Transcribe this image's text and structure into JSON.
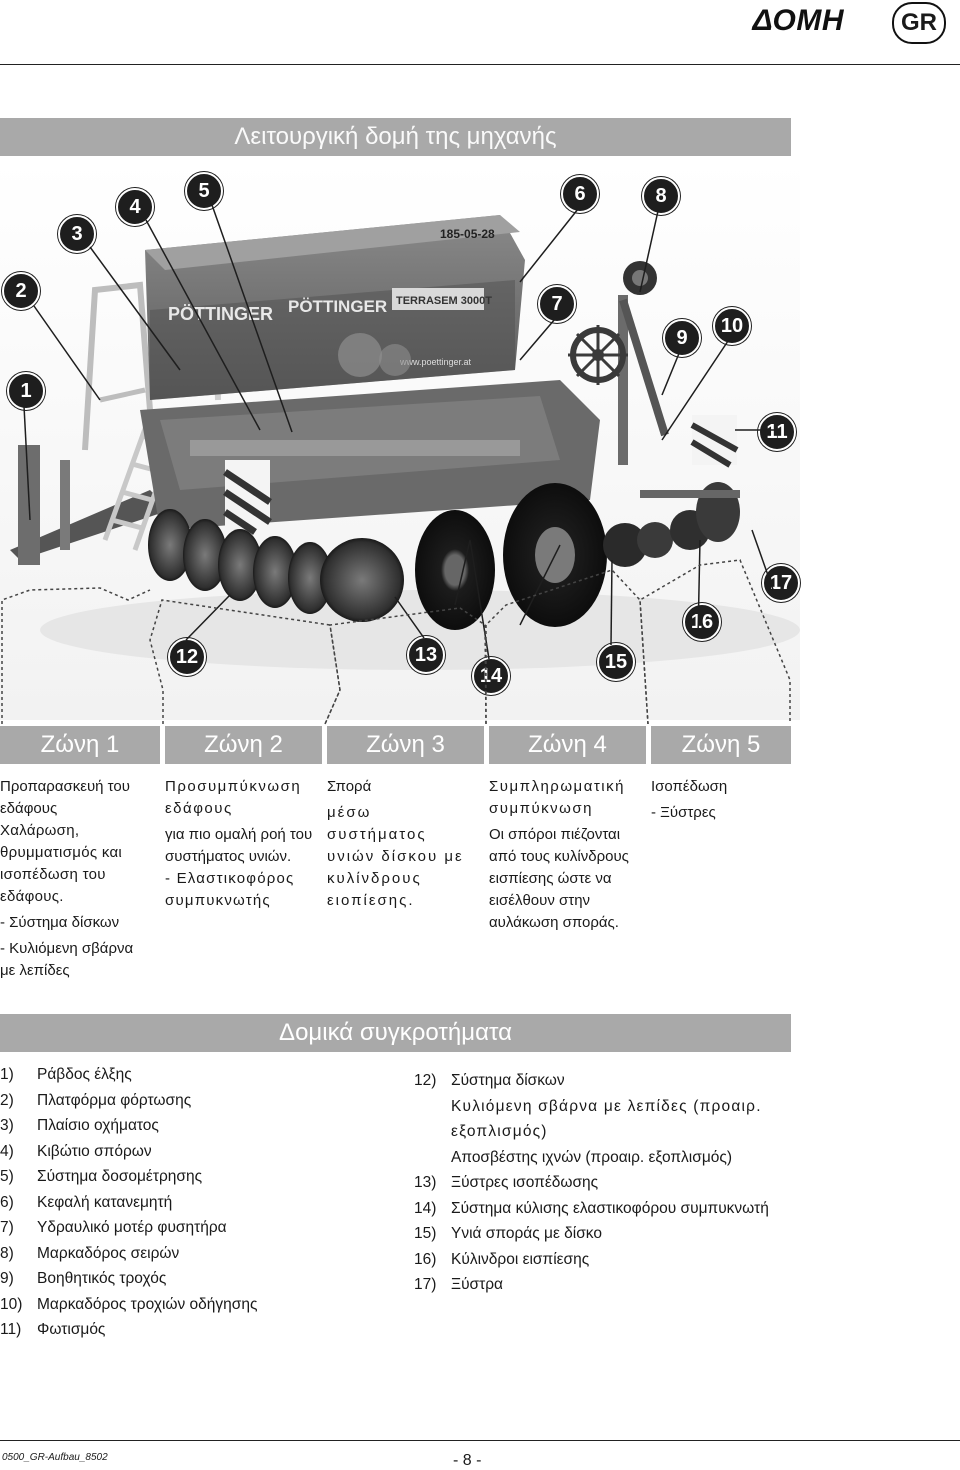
{
  "header": {
    "section_title": "ΔΟΜΗ",
    "lang_badge": "GR"
  },
  "functional_title": "Λειτουργική δομή της μηχανής",
  "figure": {
    "hopper_label": "185-05-28",
    "brand": "PÖTTINGER",
    "model": "TERRASEM 3000T",
    "url": "www.poettinger.at",
    "callouts": [
      "1",
      "2",
      "3",
      "4",
      "5",
      "6",
      "7",
      "8",
      "9",
      "10",
      "11",
      "12",
      "13",
      "14",
      "15",
      "16",
      "17"
    ]
  },
  "zones": [
    {
      "title": "Ζώνη 1",
      "lines": [
        "Προπαρασκευή του εδάφους",
        "Χαλάρωση, θρυμματισμός και ισοπέδωση του εδάφους.",
        "- Σύστημα δίσκων",
        "- Κυλιόμενη σβάρνα με λεπίδες"
      ]
    },
    {
      "title": "Ζώνη 2",
      "lines": [
        "Προσυμπύκνωση εδάφους",
        "για πιο ομαλή ροή του συστήματος υνιών.",
        "- Ελαστικοφόρος συμπυκνωτής"
      ]
    },
    {
      "title": "Ζώνη 3",
      "lines": [
        "Σπορά",
        "μέσω συστήματος υνιών δίσκου με κυλίνδρους ειοπίεσης."
      ]
    },
    {
      "title": "Ζώνη 4",
      "lines": [
        "Συμπληρωματική συμπύκνωση",
        "Οι σπόροι πιέζονται από τους κυλίνδρους εισπίεσης ώστε να εισέλθουν στην αυλάκωση σποράς."
      ]
    },
    {
      "title": "Ζώνη 5",
      "lines": [
        "Ισοπέδωση",
        "- Ξύστρες"
      ]
    }
  ],
  "components_title": "Δομικά συγκροτήματα",
  "components_left": [
    {
      "num": "1)",
      "text": "Ράβδος έλξης"
    },
    {
      "num": "2)",
      "text": "Πλατφόρμα φόρτωσης"
    },
    {
      "num": "3)",
      "text": "Πλαίσιο οχήματος"
    },
    {
      "num": "4)",
      "text": "Κιβώτιο σπόρων"
    },
    {
      "num": "5)",
      "text": "Σύστημα δοσομέτρησης"
    },
    {
      "num": "6)",
      "text": "Κεφαλή κατανεμητή"
    },
    {
      "num": "7)",
      "text": "Υδραυλικό μοτέρ φυσητήρα"
    },
    {
      "num": "8)",
      "text": "Μαρκαδόρος σειρών"
    },
    {
      "num": "9)",
      "text": "Βοηθητικός τροχός"
    },
    {
      "num": "10)",
      "text": "Μαρκαδόρος τροχιών οδήγησης"
    },
    {
      "num": "11)",
      "text": "Φωτισμός"
    }
  ],
  "components_right": [
    {
      "num": "12)",
      "text": "Σύστημα δίσκων"
    },
    {
      "num": "",
      "text": "Κυλιόμενη σβάρνα με λεπίδες (προαιρ. εξοπλισμός)"
    },
    {
      "num": "",
      "text": "Αποσβέστης ιχνών (προαιρ. εξοπλισμός)"
    },
    {
      "num": "13)",
      "text": "Ξύστρες ισοπέδωσης"
    },
    {
      "num": "14)",
      "text": "Σύστημα κύλισης ελαστικοφόρου συμπυκνωτή"
    },
    {
      "num": "15)",
      "text": "Υνιά σποράς με δίσκο"
    },
    {
      "num": "16)",
      "text": "Κύλινδροι εισπίεσης"
    },
    {
      "num": "17)",
      "text": "Ξύστρα"
    }
  ],
  "footer": {
    "code": "0500_GR-Aufbau_8502",
    "page": "- 8 -"
  }
}
